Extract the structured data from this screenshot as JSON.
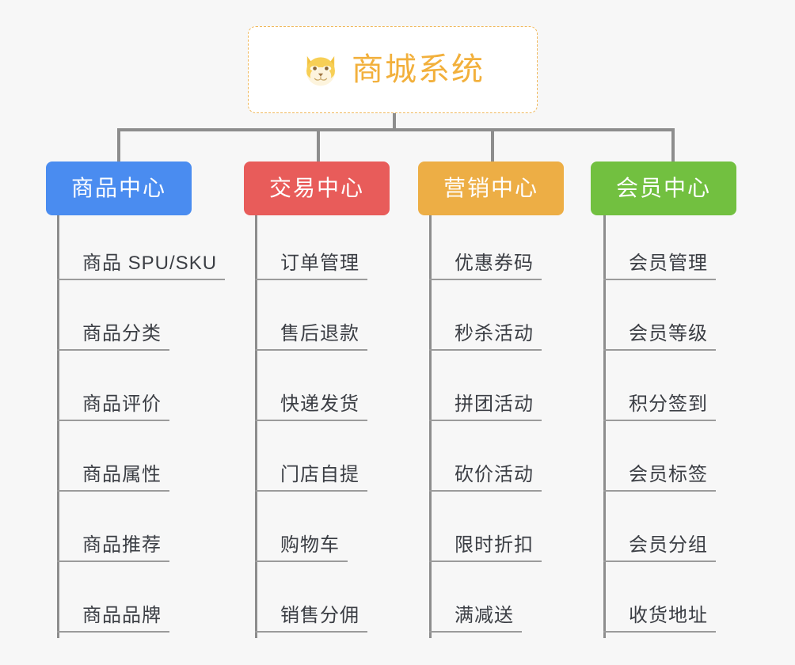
{
  "diagram": {
    "title": "商城系统",
    "type": "org-tree",
    "background_color": "#f7f7f7",
    "connector_color": "#8d8d8d",
    "root": {
      "label": "商城系统",
      "icon": "shiba-dog-face-icon",
      "text_color": "#f2b03c",
      "border_color": "#f0b95d",
      "background_color": "#ffffff"
    },
    "categories": [
      {
        "label": "商品中心",
        "color": "#4a8cf0",
        "items": [
          "商品 SPU/SKU",
          "商品分类",
          "商品评价",
          "商品属性",
          "商品推荐",
          "商品品牌"
        ]
      },
      {
        "label": "交易中心",
        "color": "#e85c5a",
        "items": [
          "订单管理",
          "售后退款",
          "快递发货",
          "门店自提",
          "购物车",
          "销售分佣"
        ]
      },
      {
        "label": "营销中心",
        "color": "#edae45",
        "items": [
          "优惠券码",
          "秒杀活动",
          "拼团活动",
          "砍价活动",
          "限时折扣",
          "满减送"
        ]
      },
      {
        "label": "会员中心",
        "color": "#72c040",
        "items": [
          "会员管理",
          "会员等级",
          "积分签到",
          "会员标签",
          "会员分组",
          "收货地址"
        ]
      }
    ]
  }
}
